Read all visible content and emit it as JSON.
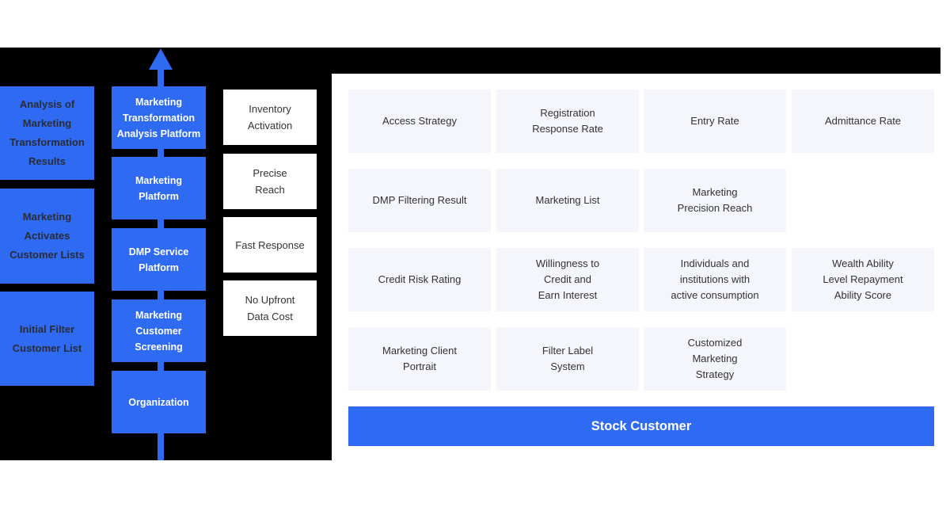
{
  "colors": {
    "accent_blue": "#2E6BF2",
    "panel_black": "#000000",
    "light_cell_bg": "#F4F6FC",
    "cell_text": "#333333",
    "dark_text_on_blue": "#2B2C34",
    "white_text": "#FFFFFF"
  },
  "icons": {
    "flow_arrow": "up-arrow-icon"
  },
  "left_panel": {
    "results_column": [
      {
        "label": "Analysis of\nMarketing\nTransformation\nResults"
      },
      {
        "label": "Marketing\nActivates\nCustomer Lists"
      },
      {
        "label": "Initial Filter\nCustomer List"
      }
    ],
    "platform_column": [
      {
        "label": "Marketing\nTransformation\nAnalysis Platform"
      },
      {
        "label": "Marketing\nPlatform"
      },
      {
        "label": "DMP Service\nPlatform"
      },
      {
        "label": "Marketing\nCustomer\nScreening"
      },
      {
        "label": "Organization"
      }
    ],
    "benefit_column": [
      {
        "label": "Inventory\nActivation"
      },
      {
        "label": "Precise\nReach"
      },
      {
        "label": "Fast Response"
      },
      {
        "label": "No Upfront\nData Cost"
      }
    ]
  },
  "grid": {
    "rows": [
      {
        "cells": [
          {
            "label": "Access Strategy"
          },
          {
            "label": "Registration\nResponse Rate"
          },
          {
            "label": "Entry Rate"
          },
          {
            "label": "Admittance Rate"
          }
        ]
      },
      {
        "cells": [
          {
            "label": "DMP Filtering Result"
          },
          {
            "label": "Marketing List"
          },
          {
            "label": "Marketing\nPrecision Reach"
          }
        ]
      },
      {
        "cells": [
          {
            "label": "Credit Risk Rating"
          },
          {
            "label": "Willingness to\nCredit and\nEarn Interest"
          },
          {
            "label": "Individuals and\ninstitutions with\nactive consumption"
          },
          {
            "label": "Wealth Ability\nLevel Repayment\nAbility Score"
          }
        ]
      },
      {
        "cells": [
          {
            "label": "Marketing Client\nPortrait"
          },
          {
            "label": "Filter Label\nSystem"
          },
          {
            "label": "Customized\nMarketing\nStrategy"
          }
        ]
      }
    ]
  },
  "banner": {
    "label": "Stock Customer"
  }
}
